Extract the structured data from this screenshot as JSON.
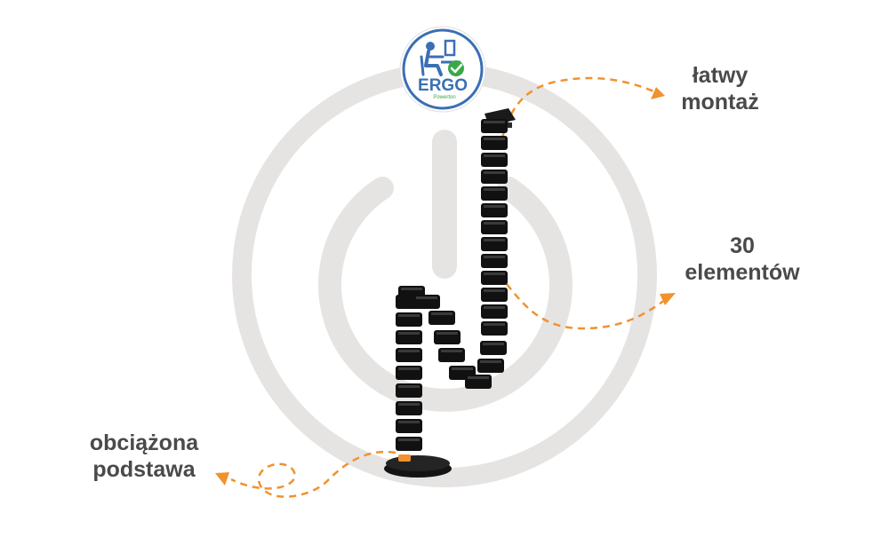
{
  "logo": {
    "brand_text": "ERGO",
    "sub_text": "Powerton",
    "icon": "person-at-desk-icon",
    "check_icon": "checkmark-icon",
    "colors": {
      "ring": "#3a6fb5",
      "check": "#3aa847",
      "text": "#3a6fb5"
    }
  },
  "features": {
    "easy_mounting": {
      "line1": "łatwy",
      "line2": "montaż"
    },
    "elements": {
      "line1": "30",
      "line2": "elementów"
    },
    "weighted_base": {
      "line1": "obciążona",
      "line2": "podstawa"
    }
  },
  "product": {
    "name": "cable-spine",
    "segments": 30,
    "color": "#111111"
  },
  "background": {
    "icon": "power-icon",
    "color": "#e6e4e3"
  },
  "accent_color": "#f0922f"
}
